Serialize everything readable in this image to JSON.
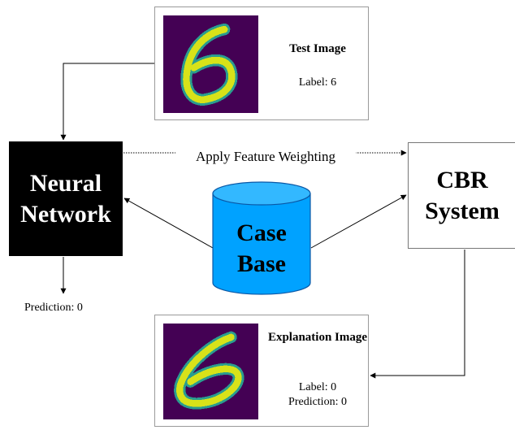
{
  "test_panel": {
    "title": "Test Image",
    "label_text": "Label: 6",
    "image_digit": "6"
  },
  "explanation_panel": {
    "title": "Explanation Image",
    "label_text": "Label: 0",
    "prediction_text": "Prediction: 0",
    "image_digit": "6"
  },
  "neural_network": {
    "label": "Neural Network"
  },
  "cbr_system": {
    "label": "CBR System"
  },
  "case_base": {
    "label": "Case Base"
  },
  "connections": {
    "feature_weighting_label": "Apply Feature Weighting"
  },
  "outputs": {
    "nn_prediction": "Prediction: 0"
  },
  "colors": {
    "image_background": "#440154",
    "digit_stroke": "#d8e219",
    "digit_edge": "#2a9d8f",
    "cylinder_fill": "#00a2ff",
    "cylinder_top": "#33b8ff",
    "cylinder_edge": "#0a58a6",
    "network_box": "#000000"
  },
  "icons": {
    "cylinder": "database-cylinder-icon",
    "digit_thumbnail": "mnist-digit-icon"
  }
}
